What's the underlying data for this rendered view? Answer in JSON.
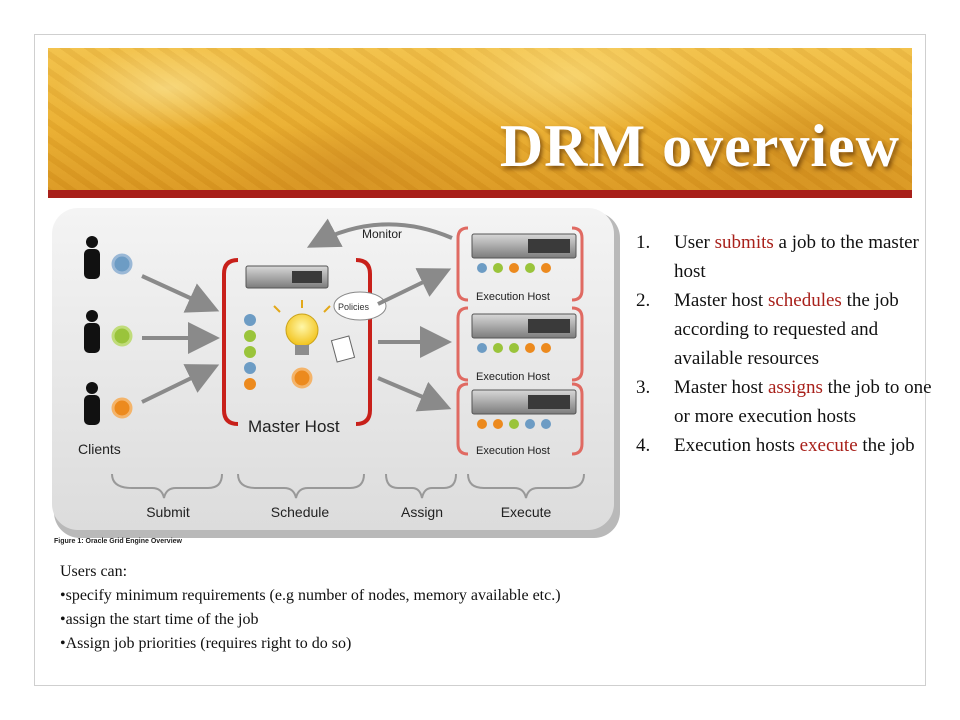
{
  "slide": {
    "title": "DRM overview"
  },
  "diagram": {
    "monitor_label": "Monitor",
    "policies_label": "Policies",
    "master_label": "Master Host",
    "clients_label": "Clients",
    "exec_labels": [
      "Execution Host",
      "Execution Host",
      "Execution Host"
    ],
    "phases": [
      "Submit",
      "Schedule",
      "Assign",
      "Execute"
    ],
    "caption": "Figure 1: Oracle Grid Engine Overview",
    "colors": {
      "blue": "#6d9cc4",
      "green": "#9ac43b",
      "orange": "#ec8a1e",
      "accent": "#c8201a"
    }
  },
  "steps": [
    {
      "num": "1.",
      "pre": "User ",
      "hl": "submits",
      "post": " a job to the master host"
    },
    {
      "num": "2.",
      "pre": "Master host ",
      "hl": "schedules",
      "post": " the job according to requested and available resources"
    },
    {
      "num": "3.",
      "pre": "Master host ",
      "hl": "assigns",
      "post": " the job to one or more execution hosts"
    },
    {
      "num": "4.",
      "pre": "Execution hosts ",
      "hl": "execute",
      "post": " the job"
    }
  ],
  "notes": {
    "heading": "Users can:",
    "items": [
      "•specify minimum requirements (e.g number of nodes, memory available etc.)",
      "•assign the start time of the job",
      "•Assign job priorities (requires right to do so)"
    ]
  }
}
